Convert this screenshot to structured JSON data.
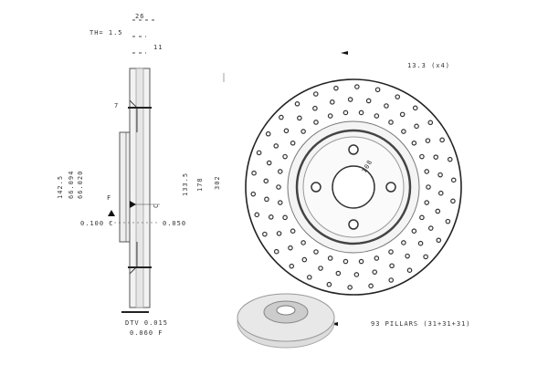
{
  "side_view": {
    "dim_width": "26",
    "dim_th": "TH= 1.5",
    "dim_11": "11",
    "dim_7": "7",
    "dim_142": "142.5",
    "dim_66a": "66.094",
    "dim_66b": "66.020",
    "datum_f": "F",
    "tol_left": "0.100 C",
    "dim_133": "133.5",
    "dim_178": "178",
    "dim_302": "302",
    "datum_c": "C",
    "tol_right": "0.050",
    "dtv": "DTV 0.015",
    "tol_bottom": "0.060 F"
  },
  "front_view": {
    "holes_note": "13.3 (x4)",
    "pcd": "108",
    "pillars_note": "93 PILLARS (31+31+31)"
  }
}
